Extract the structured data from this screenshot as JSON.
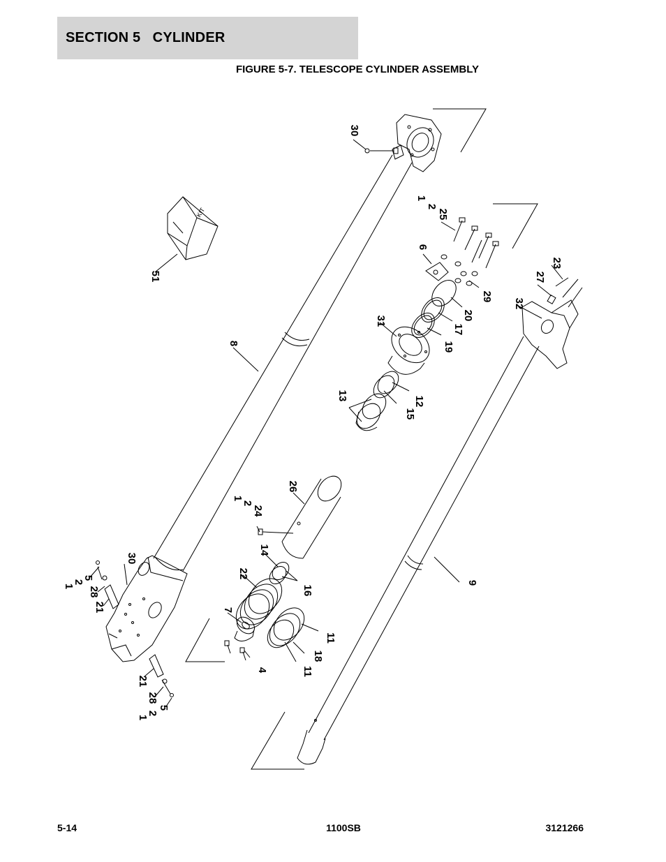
{
  "header": {
    "section": "SECTION 5",
    "title": "CYLINDER"
  },
  "figure": {
    "title": "FIGURE 5-7. TELESCOPE CYLINDER ASSEMBLY"
  },
  "callouts": [
    "30",
    "1",
    "2",
    "25",
    "6",
    "51",
    "8",
    "23",
    "27",
    "32",
    "29",
    "20",
    "17",
    "19",
    "31",
    "13",
    "15",
    "12",
    "26",
    "1",
    "2",
    "24",
    "14",
    "16",
    "22",
    "30",
    "5",
    "2",
    "1",
    "28",
    "21",
    "7",
    "4",
    "11",
    "18",
    "11",
    "9",
    "21",
    "28",
    "5",
    "2",
    "1"
  ],
  "kit_label": "KIT",
  "footer": {
    "page": "5-14",
    "model": "1100SB",
    "doc": "3121266"
  }
}
